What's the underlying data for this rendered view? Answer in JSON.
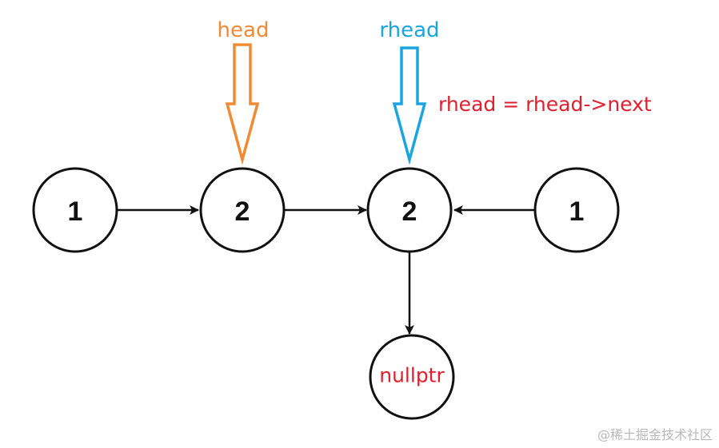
{
  "nodes": [
    {
      "id": "n1",
      "label": "1"
    },
    {
      "id": "n2",
      "label": "2"
    },
    {
      "id": "n3",
      "label": "2"
    },
    {
      "id": "n4",
      "label": "1"
    },
    {
      "id": "null",
      "label": "nullptr"
    }
  ],
  "edges": [
    {
      "from": "n1",
      "to": "n2"
    },
    {
      "from": "n2",
      "to": "n3"
    },
    {
      "from": "n4",
      "to": "n3"
    },
    {
      "from": "n3",
      "to": "null"
    }
  ],
  "pointers": {
    "head": {
      "label": "head",
      "target": "n2",
      "color": "#f08a33"
    },
    "rhead": {
      "label": "rhead",
      "target": "n3",
      "color": "#1aa5e0"
    }
  },
  "annotation": {
    "text": "rhead = rhead->next",
    "color": "#e0202e"
  },
  "watermark": "@稀土掘金技术社区"
}
